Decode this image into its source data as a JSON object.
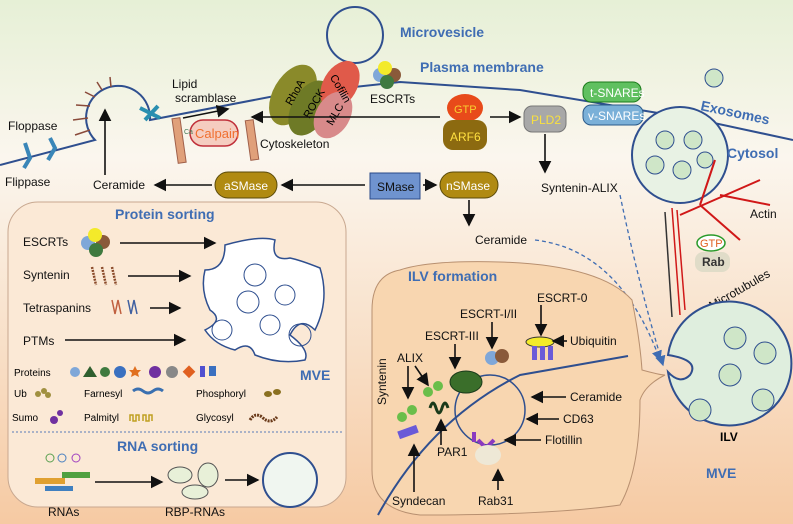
{
  "labels": {
    "microvesicle": "Microvesicle",
    "plasma_membrane": "Plasma membrane",
    "exosomes": "Exosomes",
    "cytosol": "Cytosol",
    "lipid_scramblase_1": "Lipid",
    "lipid_scramblase_2": "scramblase",
    "floppase": "Floppase",
    "flippase": "Flippase",
    "calpain": "Calpain",
    "ca": "Ca",
    "cytoskeleton": "Cytoskeleton",
    "rhoa": "RhoA",
    "rock": "ROCK",
    "cofilin": "Cofilin",
    "mlc": "MLC",
    "escrts_top": "ESCRTs",
    "gtp": "GTP",
    "arf6": "ARF6",
    "pld2": "PLD2",
    "t_snares": "t-SNAREs",
    "v_snares": "v-SNAREs",
    "ceramide_left": "Ceramide",
    "asmase": "aSMase",
    "smase": "SMase",
    "nsmase": "nSMase",
    "syntenin_alix": "Syntenin-ALIX",
    "ceramide_mid": "Ceramide",
    "actin": "Actin",
    "rab_gtp": "GTP",
    "rab": "Rab",
    "microtubules": "Microtubules",
    "mve": "MVE",
    "ilv": "ILV"
  },
  "protein_sorting": {
    "title": "Protein sorting",
    "rows": [
      "ESCRTs",
      "Syntenin",
      "Tetraspanins",
      "PTMs"
    ],
    "mve": "MVE",
    "legend": {
      "proteins": "Proteins",
      "ub": "Ub",
      "farnesyl": "Farnesyl",
      "phosphoryl": "Phosphoryl",
      "sumo": "Sumo",
      "palmityl": "Palmityl",
      "glycosyl": "Glycosyl"
    }
  },
  "rna_sorting": {
    "title": "RNA sorting",
    "rnas": "RNAs",
    "rbp_rnas": "RBP-RNAs"
  },
  "ilv_formation": {
    "title": "ILV formation",
    "escrt0": "ESCRT-0",
    "escrt12": "ESCRT-I/II",
    "escrt3": "ESCRT-III",
    "ubiquitin": "Ubiquitin",
    "alix": "ALIX",
    "syntenin": "Syntenin",
    "ceramide": "Ceramide",
    "cd63": "CD63",
    "flotillin": "Flotillin",
    "par1": "PAR1",
    "syndecan": "Syndecan",
    "rab31": "Rab31"
  },
  "colors": {
    "heading": "#3f6db3",
    "membrane": "#2f4f8f",
    "smase_box": "#6f93cf",
    "asmase_fill": "#b08a12",
    "panel_bg": "#fbe9d6",
    "ilv_bg": "#f8d6b0",
    "mve_fill": "#dfeede"
  }
}
